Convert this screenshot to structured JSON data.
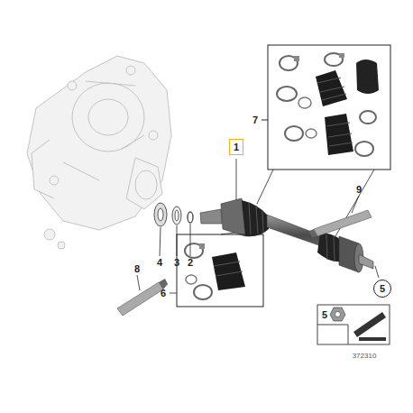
{
  "diagram": {
    "nodes": [
      {
        "text": [
          "1"
        ]
      },
      {
        "text": [
          "5"
        ]
      }
    ],
    "labels": [
      "4",
      "3",
      "2",
      "6",
      "7",
      "8",
      "9",
      "5",
      "372310"
    ]
  }
}
